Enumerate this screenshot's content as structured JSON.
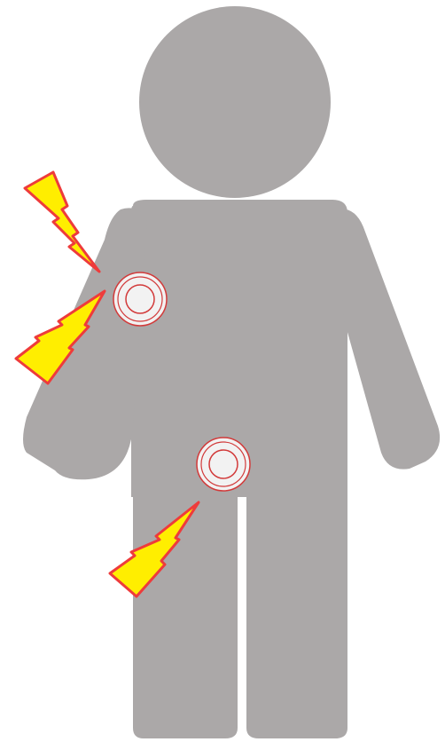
{
  "colors": {
    "background": "#ffffff",
    "figure": "#aba8a8",
    "bolt_fill": "#ffee00",
    "bolt_stroke": "#ee3b3b",
    "target_ring": "#d23a3a",
    "target_fill": "#f2f2f2"
  },
  "figure": {
    "icon": "person-silhouette-icon",
    "targets": [
      {
        "icon": "target-ring-icon",
        "location": "upper-arm"
      },
      {
        "icon": "target-ring-icon",
        "location": "lower-abdomen"
      }
    ],
    "bolts": [
      {
        "icon": "lightning-bolt-icon",
        "pointing_to": "shoulder"
      },
      {
        "icon": "lightning-bolt-icon",
        "pointing_to": "upper-arm"
      },
      {
        "icon": "lightning-bolt-icon",
        "pointing_to": "lower-abdomen"
      }
    ]
  }
}
